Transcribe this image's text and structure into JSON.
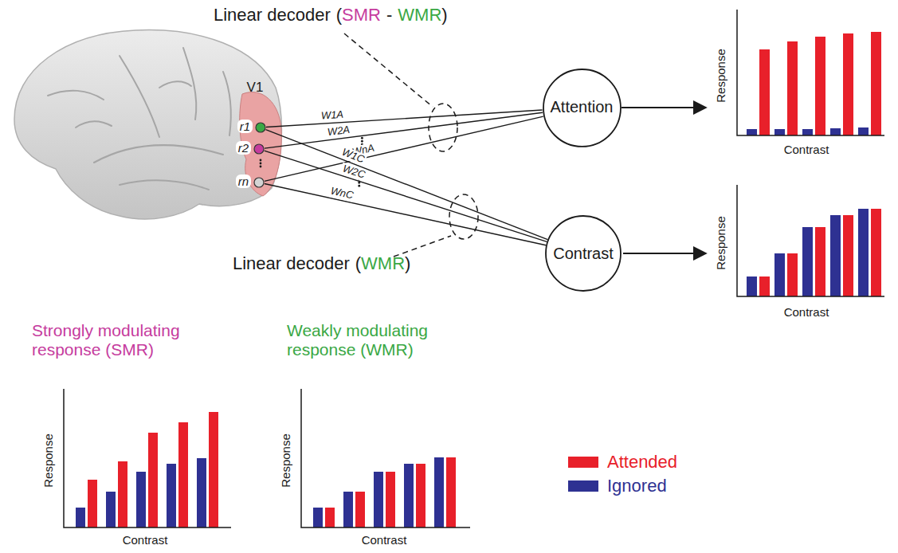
{
  "diagram": {
    "nodes": [
      {
        "text": [
          "r1"
        ]
      },
      {
        "text": [
          "r2"
        ]
      },
      {
        "text": [
          "rn"
        ]
      },
      {
        "text": [
          "Attention"
        ]
      },
      {
        "text": [
          "Contrast"
        ]
      }
    ],
    "edges": [
      {
        "from": 0,
        "to": 3,
        "arrow": "none",
        "label": "W1A"
      },
      {
        "from": 1,
        "to": 3,
        "arrow": "none",
        "label": "W2A"
      },
      {
        "from": 2,
        "to": 3,
        "arrow": "none",
        "label": "WnA"
      },
      {
        "from": 0,
        "to": 4,
        "arrow": "none",
        "label": "W1C"
      },
      {
        "from": 1,
        "to": 4,
        "arrow": "none",
        "label": "W2C"
      },
      {
        "from": 2,
        "to": 4,
        "arrow": "none",
        "label": "WnC"
      }
    ],
    "labels": [
      "V1",
      "Linear decoder",
      "(",
      "SMR",
      "-",
      "WMR",
      ")",
      "Linear decoder",
      "(",
      "WMR",
      ")",
      "Strongly modulating response (SMR)",
      "Weakly modulating response (WMR)",
      "Response",
      "Contrast",
      "Response",
      "Contrast",
      "Response",
      "Contrast",
      "Response",
      "Contrast"
    ],
    "legend": [
      {
        "text": "Attended",
        "color": "#e8202a"
      },
      {
        "text": "Ignored",
        "color": "#2e3192"
      }
    ]
  }
}
